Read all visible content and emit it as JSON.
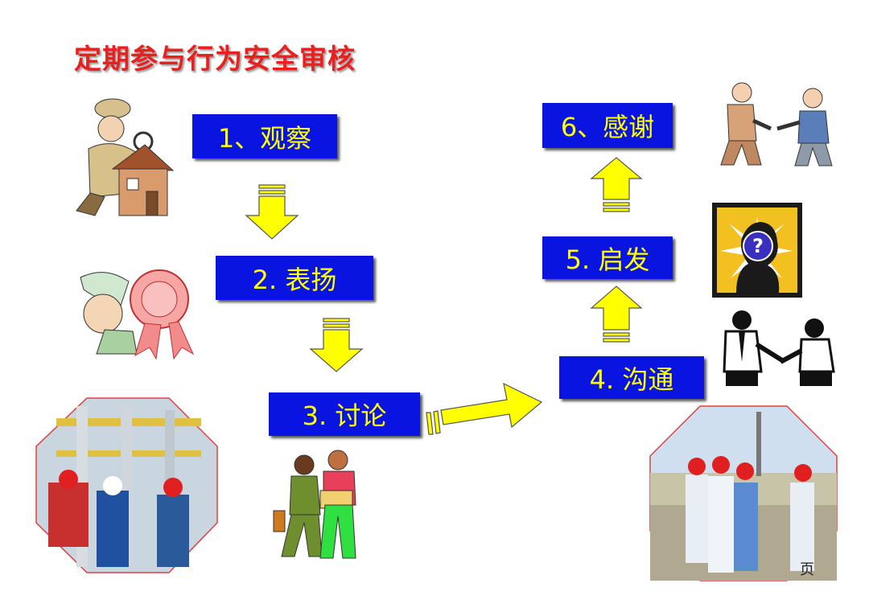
{
  "title": "定期参与行为安全审核",
  "steps": [
    {
      "label": "1、观察"
    },
    {
      "label": "2. 表扬"
    },
    {
      "label": "3. 讨论"
    },
    {
      "label": "4. 沟通"
    },
    {
      "label": "5. 启发"
    },
    {
      "label": "6、感谢"
    }
  ],
  "page_suffix": "页",
  "colors": {
    "step_bg": "#0a14e0",
    "step_text": "#ffff00",
    "arrow": "#ffff00",
    "title": "#e8201f"
  }
}
